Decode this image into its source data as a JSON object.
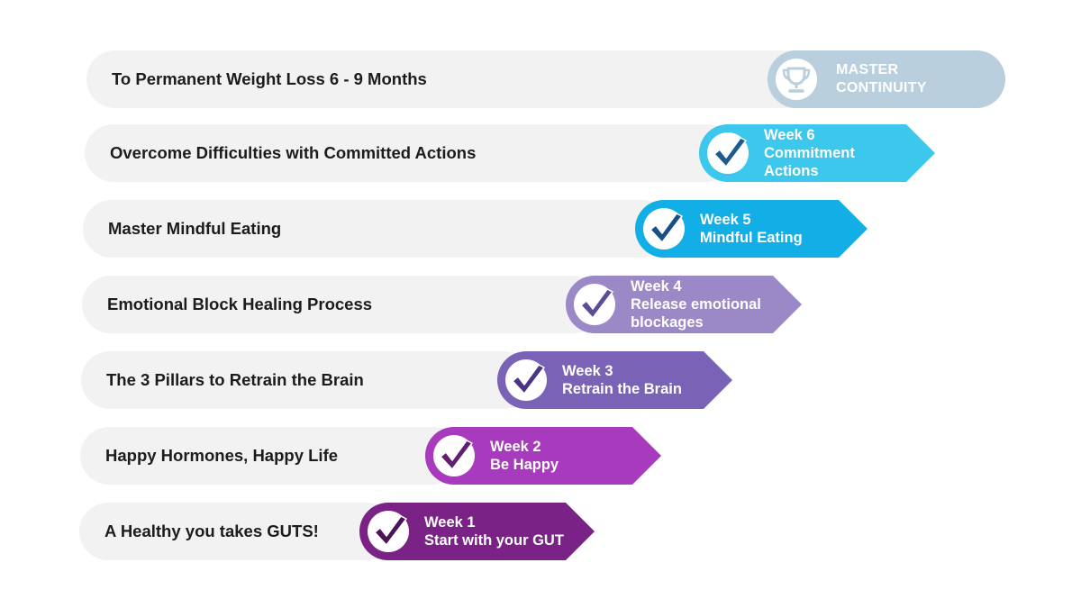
{
  "master": {
    "row_text": "To Permanent Weight Loss 6 - 9 Months",
    "line1": "MASTER",
    "line2": "CONTINUITY",
    "icon": "trophy-icon",
    "color": "#b9cfdd"
  },
  "rows": [
    {
      "text": "Overcome Difficulties with Committed Actions",
      "lines": [
        "Week 6",
        "Commitment",
        "Actions"
      ],
      "color": "#3cc8ec",
      "check": "#1d5b8e",
      "icon": "checkmark-icon"
    },
    {
      "text": "Master Mindful Eating",
      "lines": [
        "Week 5",
        "Mindful Eating"
      ],
      "color": "#12aee6",
      "check": "#1a4f86",
      "icon": "checkmark-icon"
    },
    {
      "text": "Emotional Block Healing Process",
      "lines": [
        "Week 4",
        "Release emotional",
        "blockages"
      ],
      "color": "#9b89c7",
      "check": "#5e4c96",
      "icon": "checkmark-icon"
    },
    {
      "text": "The 3 Pillars to Retrain the Brain",
      "lines": [
        "Week 3",
        "Retrain the Brain"
      ],
      "color": "#7a63b7",
      "check": "#4b3583",
      "icon": "checkmark-icon"
    },
    {
      "text": "Happy Hormones, Happy Life",
      "lines": [
        "Week 2",
        "Be Happy"
      ],
      "color": "#a83bbd",
      "check": "#5f2070",
      "icon": "checkmark-icon"
    },
    {
      "text": "A Healthy you takes GUTS!",
      "lines": [
        "Week 1",
        "Start with your GUT"
      ],
      "color": "#7a2286",
      "check": "#4c1357",
      "icon": "checkmark-icon"
    }
  ]
}
